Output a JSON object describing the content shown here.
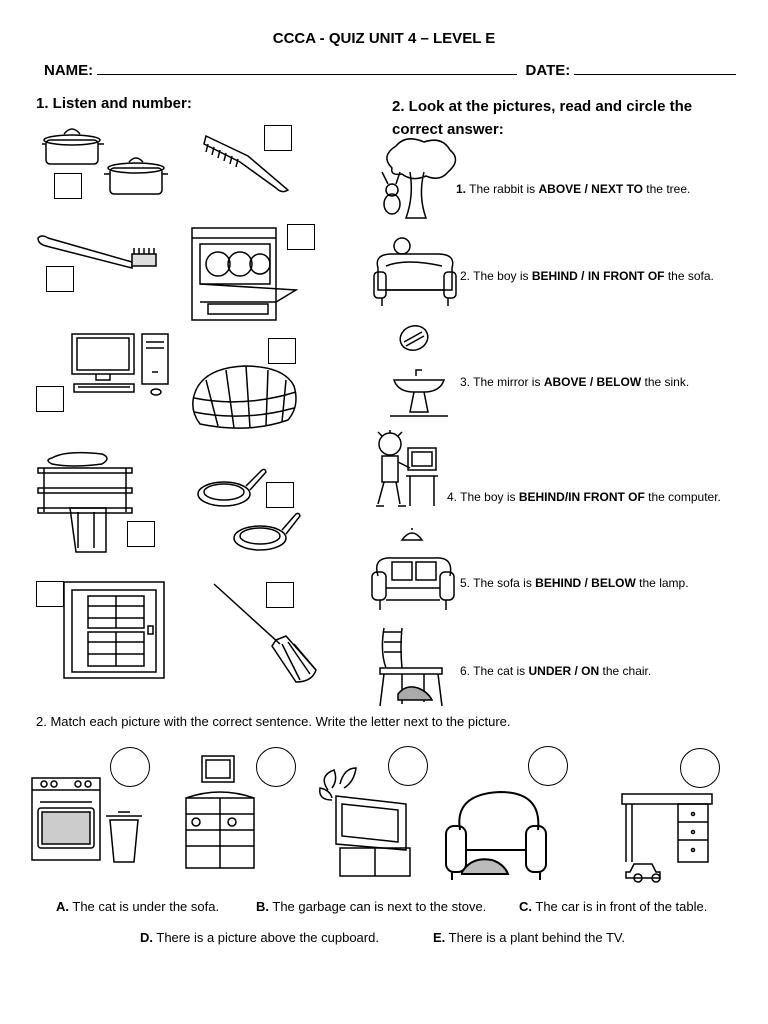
{
  "header": {
    "title": "CCCA -  QUIZ UNIT 4 – LEVEL E",
    "name_label": "NAME:",
    "date_label": "DATE:"
  },
  "section1": {
    "heading": "1. Listen and number:"
  },
  "section2": {
    "heading_line1": "2. Look at the pictures, read and circle the",
    "heading_line2": "correct answer:",
    "items": [
      {
        "num": "1.",
        "pre": " The rabbit is ",
        "opt": "ABOVE  /  NEXT TO",
        "post": "  the tree."
      },
      {
        "num": "2.",
        "pre": " The boy is ",
        "opt": "BEHIND / IN FRONT OF",
        "post": " the sofa."
      },
      {
        "num": "3.",
        "pre": " The mirror is ",
        "opt": "ABOVE  / BELOW",
        "post": "  the sink."
      },
      {
        "num": "4.",
        "pre": " The boy is ",
        "opt": "BEHIND/IN FRONT OF",
        "post": " the computer."
      },
      {
        "num": "5.",
        "pre": " The sofa is ",
        "opt": "BEHIND / BELOW",
        "post": " the lamp."
      },
      {
        "num": "6.",
        "pre": " The cat is ",
        "opt": "UNDER / ON",
        "post": " the chair."
      }
    ]
  },
  "section3": {
    "heading": "2. Match each picture with the correct sentence. Write the letter next to the picture.",
    "sentences": [
      {
        "letter": "A.",
        "text": " The cat is under the sofa."
      },
      {
        "letter": "B.",
        "text": " The garbage can is next to the stove."
      },
      {
        "letter": "C.",
        "text": " The car is in front of the table."
      },
      {
        "letter": "D.",
        "text": " There is a picture above the cupboard."
      },
      {
        "letter": "E.",
        "text": " There is a plant behind the TV."
      }
    ]
  },
  "icons": [
    "pots-icon",
    "comb-icon",
    "toothbrush-icon",
    "dishwasher-icon",
    "computer-icon",
    "blanket-icon",
    "towel-rack-icon",
    "frying-pans-icon",
    "cupboard-door-icon",
    "broom-icon",
    "tree-rabbit-icon",
    "sofa-boy-icon",
    "mirror-sink-icon",
    "boy-computer-icon",
    "sofa-lamp-icon",
    "chair-cat-icon",
    "stove-garbage-icon",
    "cupboard-picture-icon",
    "tv-plant-icon",
    "sofa-cat-icon",
    "table-car-icon"
  ]
}
